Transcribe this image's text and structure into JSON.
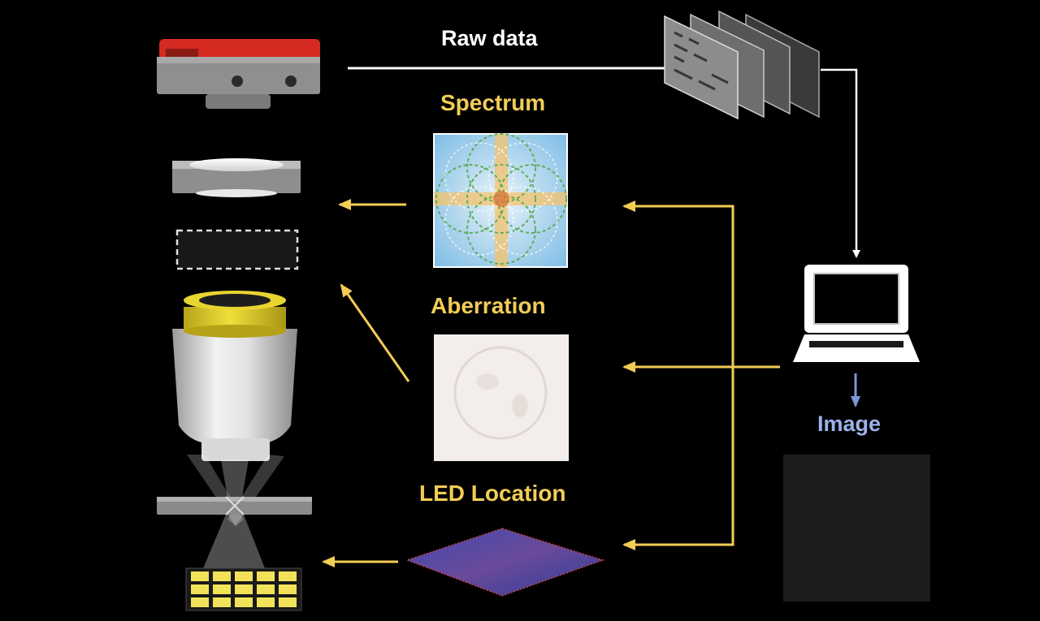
{
  "labels": {
    "raw_data": "Raw data",
    "spectrum": "Spectrum",
    "aberration": "Aberration",
    "led_location": "LED Location",
    "image": "Image"
  },
  "colors": {
    "background": "#000000",
    "accent_yellow": "#f2cd55",
    "raw_data_arrow": "#ffffff",
    "image_blue": "#9db2ea",
    "camera_red": "#d42a22",
    "objective_collar": "#e6d22c"
  },
  "components": {
    "optics_stack": [
      "camera-icon",
      "tube-lens-icon",
      "aperture-icon",
      "objective-lens-icon",
      "sample-slide-icon",
      "led-array-icon"
    ],
    "computer": "laptop-icon",
    "raw_data_frames": "image-stack-icon"
  },
  "led_array": {
    "rows": 3,
    "cols": 5
  }
}
